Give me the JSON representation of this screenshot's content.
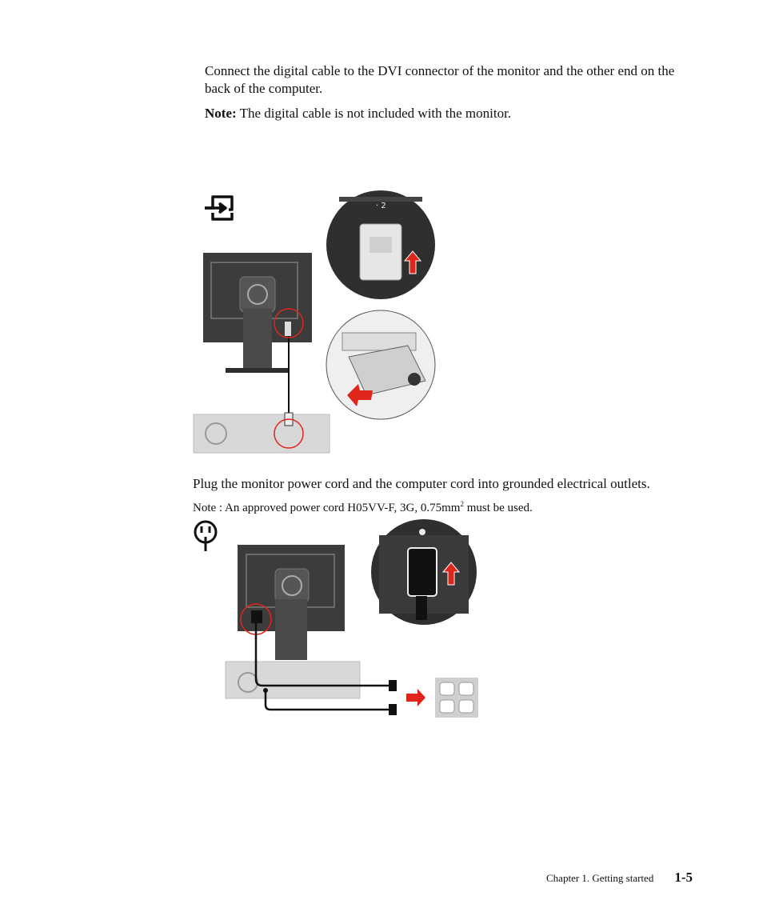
{
  "text": {
    "dvi_instruction": "Connect the digital cable to the DVI connector of the monitor and the other end on the back of the computer.",
    "dvi_note_label": "Note:",
    "dvi_note_text": " The digital cable is not included with the monitor.",
    "power_instruction": "Plug the monitor power cord and the computer cord into grounded electrical outlets.",
    "power_note_prefix": "Note : An approved power cord H05VV-F, 3G, 0.75mm",
    "power_note_sup": "2",
    "power_note_suffix": " must be used."
  },
  "figures": {
    "dvi_port_label": "· 2"
  },
  "footer": {
    "chapter": "Chapter 1. Getting started",
    "page": "1-5"
  },
  "colors": {
    "highlight_circle": "#e0251b",
    "arrow": "#e0251b",
    "monitor_dark": "#3a3a3a",
    "panel_gray": "#d4d4d4"
  }
}
